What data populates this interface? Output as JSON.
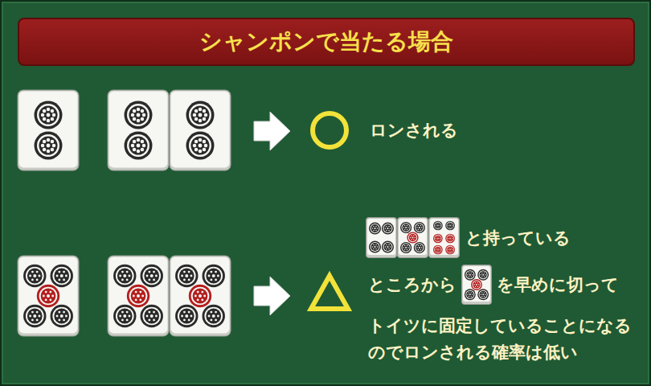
{
  "diagram": {
    "title": "シャンポンで当たる場合",
    "labels": [
      "ロンされる",
      "と持っている",
      "ところから",
      "を早めに切って",
      "トイツに固定していることになる",
      "のでロンされる確率は低い"
    ]
  }
}
